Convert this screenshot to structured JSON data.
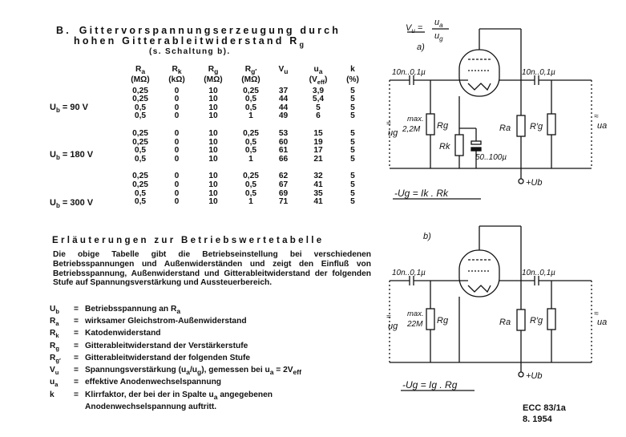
{
  "heading": {
    "label": "B.",
    "line1": "Gittervorspannungserzeugung durch",
    "line2": "hohen Gitterableitwiderstand R",
    "line2_sub": "g",
    "line3": "(s. Schaltung b)."
  },
  "table": {
    "headers": [
      {
        "sym": "R",
        "sub": "a",
        "unit": "(MΩ)"
      },
      {
        "sym": "R",
        "sub": "k",
        "unit": "(kΩ)"
      },
      {
        "sym": "R",
        "sub": "g",
        "unit": "(MΩ)"
      },
      {
        "sym": "R",
        "sub": "g′",
        "unit": "(MΩ)"
      },
      {
        "sym": "V",
        "sub": "u",
        "unit": ""
      },
      {
        "sym": "u",
        "sub": "a",
        "unit": "(V",
        "unit_sub": "eff",
        "unit_end": ")"
      },
      {
        "sym": "k",
        "sub": "",
        "unit": "(%)"
      }
    ],
    "groups": [
      {
        "ub_label": "U",
        "ub_sub": "b",
        "ub_value": "= 90 V",
        "rows": [
          [
            "0,25",
            "0",
            "10",
            "0,25",
            "37",
            "3,9",
            "5"
          ],
          [
            "0,25",
            "0",
            "10",
            "0,5",
            "44",
            "5,4",
            "5"
          ],
          [
            "0,5",
            "0",
            "10",
            "0,5",
            "44",
            "5",
            "5"
          ],
          [
            "0,5",
            "0",
            "10",
            "1",
            "49",
            "6",
            "5"
          ]
        ]
      },
      {
        "ub_label": "U",
        "ub_sub": "b",
        "ub_value": "= 180 V",
        "rows": [
          [
            "0,25",
            "0",
            "10",
            "0,25",
            "53",
            "15",
            "5"
          ],
          [
            "0,25",
            "0",
            "10",
            "0,5",
            "60",
            "19",
            "5"
          ],
          [
            "0,5",
            "0",
            "10",
            "0,5",
            "61",
            "17",
            "5"
          ],
          [
            "0,5",
            "0",
            "10",
            "1",
            "66",
            "21",
            "5"
          ]
        ]
      },
      {
        "ub_label": "U",
        "ub_sub": "b",
        "ub_value": "= 300 V",
        "rows": [
          [
            "0,25",
            "0",
            "10",
            "0,25",
            "62",
            "32",
            "5"
          ],
          [
            "0,25",
            "0",
            "10",
            "0,5",
            "67",
            "41",
            "5"
          ],
          [
            "0,5",
            "0",
            "10",
            "0,5",
            "69",
            "35",
            "5"
          ],
          [
            "0,5",
            "0",
            "10",
            "1",
            "71",
            "41",
            "5"
          ]
        ]
      }
    ]
  },
  "explanation": {
    "title": "Erläuterungen zur Betriebswertetabelle",
    "body": "Die obige Tabelle gibt die Betriebseinstellung bei verschiedenen Betriebsspannungen und Außenwiderständen und zeigt den Einfluß von Betriebsspannung, Außenwiderstand und Gitterableitwiderstand der folgenden Stufe auf Spannungsverstärkung und Aussteuerbereich.",
    "legend": [
      {
        "sym": "U",
        "sub": "b",
        "text": "Betriebsspannung an R",
        "text_sub": "a",
        "text_end": ""
      },
      {
        "sym": "R",
        "sub": "a",
        "text": "wirksamer Gleichstrom-Außenwiderstand",
        "text_sub": "",
        "text_end": ""
      },
      {
        "sym": "R",
        "sub": "k",
        "text": "Katodenwiderstand",
        "text_sub": "",
        "text_end": ""
      },
      {
        "sym": "R",
        "sub": "g",
        "text": "Gitterableitwiderstand der Verstärkerstufe",
        "text_sub": "",
        "text_end": ""
      },
      {
        "sym": "R",
        "sub": "g′",
        "text": "Gitterableitwiderstand der folgenden Stufe",
        "text_sub": "",
        "text_end": ""
      },
      {
        "sym": "V",
        "sub": "u",
        "text": "Spannungsverstärkung (u",
        "text_sub": "a",
        "text_end": "/u",
        "text_sub2": "g",
        "text_end2": "), gemessen bei u",
        "text_sub3": "a",
        "text_end3": " = 2V",
        "text_sub4": "eff",
        "text_end4": ""
      },
      {
        "sym": "u",
        "sub": "a",
        "text": "effektive Anodenwechselspannung",
        "text_sub": "",
        "text_end": ""
      },
      {
        "sym": "k",
        "sub": "",
        "text": "Klirrfaktor, der bei der in Spalte u",
        "text_sub": "a",
        "text_end": " angegebenen"
      },
      {
        "sym": "",
        "sub": "",
        "text": "Anodenwechselspannung auftritt.",
        "text_sub": "",
        "text_end": ""
      }
    ]
  },
  "circuit_a": {
    "formula_left": "V",
    "formula_left_sub": "u",
    "formula_num": "u",
    "formula_num_sub": "a",
    "formula_den": "u",
    "formula_den_sub": "g",
    "label": "a)",
    "cap_in": "10n..0,1µ",
    "cap_out": "10n..0,1µ",
    "rg_max": "max.",
    "rg_value": "2,2M",
    "rg_label": "Rg",
    "ug_label": "ug",
    "ua_label": "ua",
    "rk_label": "Rk",
    "ck_label": "50..100µ",
    "ra_label": "Ra",
    "rg2_label": "R′g",
    "supply": "+Ub",
    "bias_eq": "-Ug = Ik . Rk"
  },
  "circuit_b": {
    "label": "b)",
    "cap_in": "10n..0,1µ",
    "cap_out": "10n..0,1µ",
    "rg_max": "max.",
    "rg_value": "22M",
    "rg_label": "Rg",
    "ug_label": "ug",
    "ua_label": "ua",
    "ra_label": "Ra",
    "rg2_label": "R′g",
    "supply": "+Ub",
    "bias_eq": "-Ug = Ig . Rg"
  },
  "footer": {
    "code": "ECC 83/1a",
    "date": "8. 1954"
  }
}
